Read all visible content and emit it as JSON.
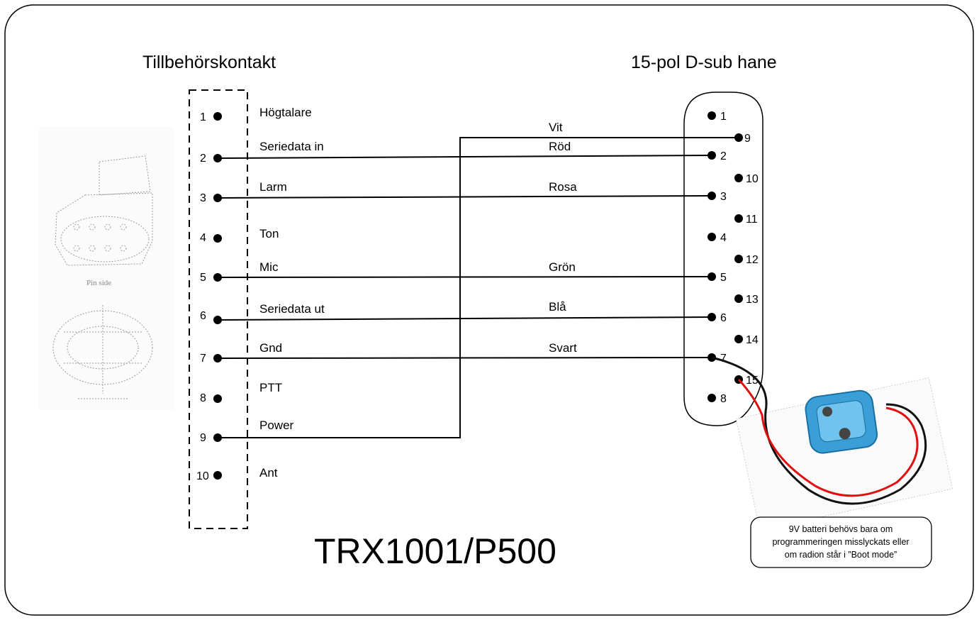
{
  "accessory_connector": {
    "title": "Tillbehörskontakt",
    "pins": [
      {
        "num": "1",
        "label": "Högtalare"
      },
      {
        "num": "2",
        "label": "Seriedata in"
      },
      {
        "num": "3",
        "label": "Larm"
      },
      {
        "num": "4",
        "label": "Ton"
      },
      {
        "num": "5",
        "label": "Mic"
      },
      {
        "num": "6",
        "label": "Seriedata ut"
      },
      {
        "num": "7",
        "label": "Gnd"
      },
      {
        "num": "8",
        "label": "PTT"
      },
      {
        "num": "9",
        "label": "Power"
      },
      {
        "num": "10",
        "label": "Ant"
      }
    ]
  },
  "dsub": {
    "title": "15-pol D-sub hane",
    "pins": [
      "1",
      "9",
      "2",
      "10",
      "3",
      "11",
      "4",
      "12",
      "5",
      "13",
      "6",
      "14",
      "7",
      "15",
      "8"
    ]
  },
  "wires": [
    {
      "color_name": "Vit",
      "from_pin": "9",
      "to_pin": "9"
    },
    {
      "color_name": "Röd",
      "from_pin": "2",
      "to_pin": "2"
    },
    {
      "color_name": "Rosa",
      "from_pin": "3",
      "to_pin": "3"
    },
    {
      "color_name": "Grön",
      "from_pin": "5",
      "to_pin": "5"
    },
    {
      "color_name": "Blå",
      "from_pin": "6",
      "to_pin": "6"
    },
    {
      "color_name": "Svart",
      "from_pin": "7",
      "to_pin": "7"
    }
  ],
  "model": "TRX1001/P500",
  "note": {
    "lines": [
      "9V batteri behövs bara om",
      "programmeringen misslyckats eller",
      "om radion står i ”Boot mode”"
    ]
  },
  "connector_picture_caption": "Pin side",
  "colors": {
    "battery_clip": "#3a9fd6",
    "battery_wire_red": "#e01010",
    "battery_wire_black": "#111111"
  }
}
